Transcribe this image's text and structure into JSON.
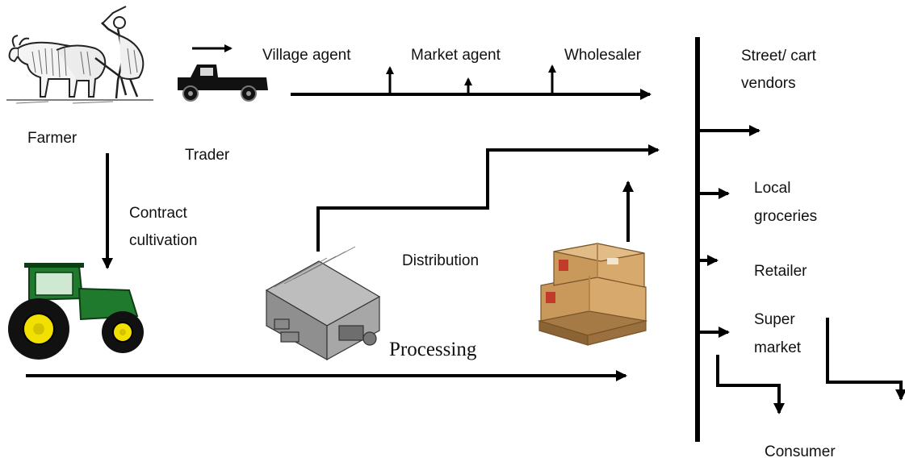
{
  "labels": {
    "farmer": "Farmer",
    "trader": "Trader",
    "village_agent": "Village agent",
    "market_agent": "Market agent",
    "wholesaler": "Wholesaler",
    "contract_cultivation_line1": "Contract",
    "contract_cultivation_line2": "cultivation",
    "distribution": "Distribution",
    "processing": "Processing",
    "street_vendors_line1": "Street/ cart",
    "street_vendors_line2": "vendors",
    "local_groceries_line1": "Local",
    "local_groceries_line2": "groceries",
    "retailer": "Retailer",
    "supermarket_line1": "Super",
    "supermarket_line2": "market",
    "consumer": "Consumer"
  },
  "icons": {
    "farmer": "farmer-plowing-with-oxen-icon",
    "trader": "pickup-truck-icon",
    "contract_cultivation": "tractor-icon",
    "processing": "warehouse-icon",
    "distribution": "boxes-on-pallet-icon"
  },
  "colors": {
    "line": "#000000",
    "tractor_body": "#1f7a2e",
    "tractor_wheel": "#f2e000",
    "box": "#c9995c",
    "pallet": "#a57a45",
    "warehouse": "#9a9a9a"
  }
}
